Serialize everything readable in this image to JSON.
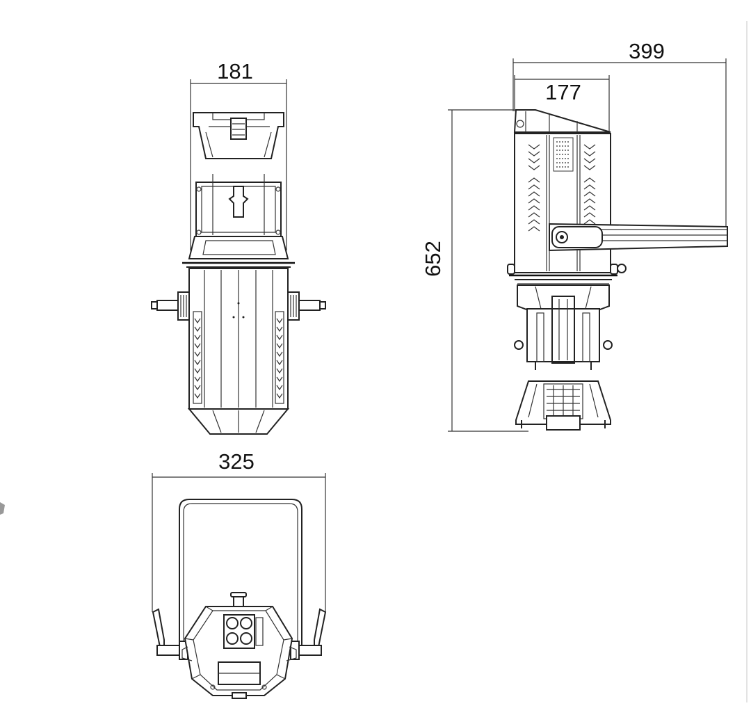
{
  "dimensions": {
    "front_width": "181",
    "side_width": "177",
    "side_total": "399",
    "height": "652",
    "bottom_width": "325"
  }
}
